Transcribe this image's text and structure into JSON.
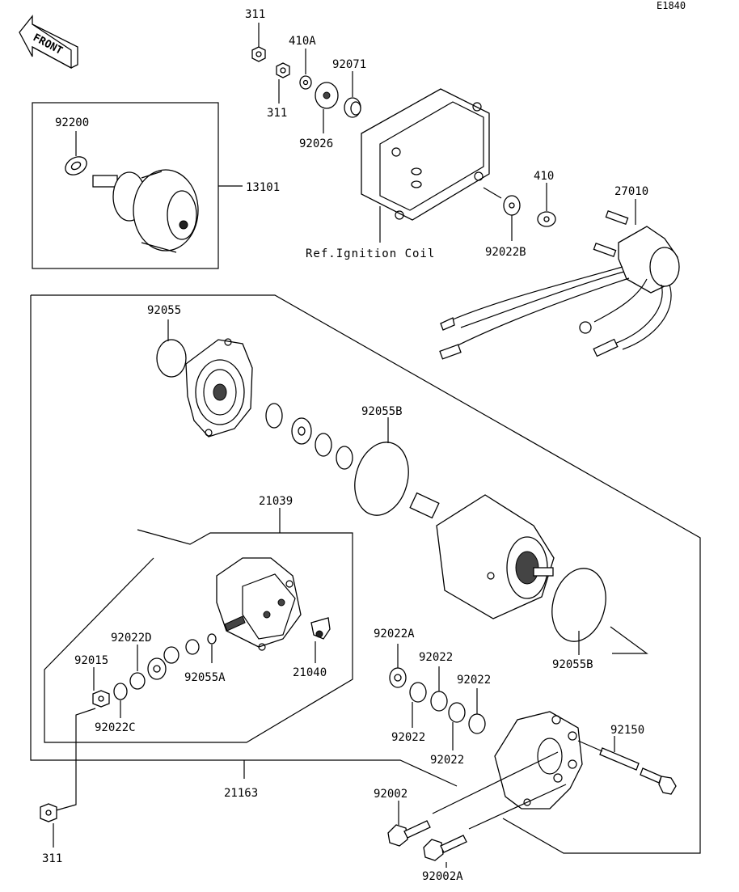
{
  "diagram_code": "E1840",
  "front_label": "FRONT",
  "reference_note": "Ref.Ignition Coil",
  "callouts": {
    "p311_a": "311",
    "p410A": "410A",
    "p92071": "92071",
    "p311_b": "311",
    "p92026": "92026",
    "p92200": "92200",
    "p13101": "13101",
    "p410": "410",
    "p27010": "27010",
    "p92022B": "92022B",
    "p92055": "92055",
    "p92055B_top": "92055B",
    "p21039": "21039",
    "p92022D": "92022D",
    "p92015": "92015",
    "p92055A": "92055A",
    "p21040": "21040",
    "p92022C": "92022C",
    "p92022A": "92022A",
    "p92022_1": "92022",
    "p92022_2": "92022",
    "p92022_3": "92022",
    "p92022_4": "92022",
    "p92055B_bottom": "92055B",
    "p92150": "92150",
    "p21163": "21163",
    "p92002": "92002",
    "p311_c": "311",
    "p92002A": "92002A"
  }
}
